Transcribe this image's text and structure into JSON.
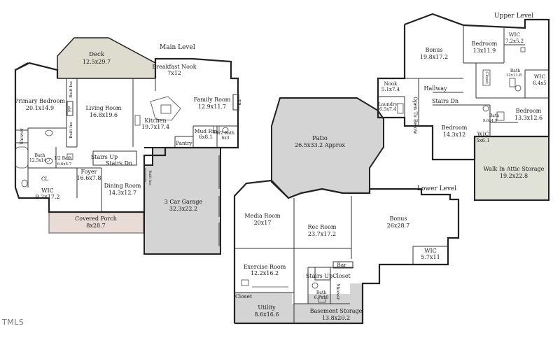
{
  "levels": {
    "main": "Main Level",
    "upper": "Upper Level",
    "lower": "Lower Level"
  },
  "rooms": {
    "deck": {
      "name": "Deck",
      "dim": "12.5x29.7"
    },
    "breakfast": {
      "name": "Breakfast Nook",
      "dim": "7x12"
    },
    "primary": {
      "name": "Primary Bedroom",
      "dim": "20.1x14.9"
    },
    "living": {
      "name": "Living Room",
      "dim": "16.8x19.6"
    },
    "family": {
      "name": "Family Room",
      "dim": "12.9x11.7"
    },
    "kitchen": {
      "name": "Kitchen",
      "dim": "19.7x17.4"
    },
    "mudrm": {
      "name": "Mud Rm",
      "dim": "6x8.1"
    },
    "halfbath_main": {
      "name": "1/2 Bath",
      "dim": "6x3"
    },
    "pantry": {
      "name": "Pantry"
    },
    "bath_primary": {
      "name": "Bath",
      "dim": "12.5x14.7"
    },
    "halfbath_primary": {
      "name": "1/2 Bath",
      "dim": "6.6x5.7"
    },
    "wic_primary": {
      "name": "WIC",
      "dim": "9.2x17.2"
    },
    "foyer": {
      "name": "Foyer",
      "dim": "16.6x7.8"
    },
    "dining": {
      "name": "Dining Room",
      "dim": "14.3x12.7"
    },
    "garage": {
      "name": "3 Car Garage",
      "dim": "32.3x22.2"
    },
    "porch": {
      "name": "Covered Porch",
      "dim": "8x28.7"
    },
    "patio": {
      "name": "Patio",
      "dim": "26.5x33.2 Approx"
    },
    "bonus_upper": {
      "name": "Bonus",
      "dim": "19.8x17.2"
    },
    "bed1": {
      "name": "Bedroom",
      "dim": "13x11.9"
    },
    "wic1": {
      "name": "WIC",
      "dim": "7.2x5.2"
    },
    "bath_upper1": {
      "name": "Bath",
      "dim": "12x11.8"
    },
    "wic2": {
      "name": "WIC",
      "dim": "6.4x5"
    },
    "nook": {
      "name": "Nook",
      "dim": "5.1x7.4"
    },
    "laundry": {
      "name": "Laundry",
      "dim": "6.5x7.4"
    },
    "bed2": {
      "name": "Bedroom",
      "dim": "14.3x12"
    },
    "bath_upper2": {
      "name": "Bath",
      "dim": "9.6x4.9"
    },
    "bed3": {
      "name": "Bedroom",
      "dim": "13.3x12.6"
    },
    "wic3": {
      "name": "WIC",
      "dim": "5x6.1"
    },
    "attic": {
      "name": "Walk In Attic Storage",
      "dim": "19.2x22.8"
    },
    "media": {
      "name": "Media Room",
      "dim": "20x17"
    },
    "rec": {
      "name": "Rec Room",
      "dim": "23.7x17.2"
    },
    "bonus_lower": {
      "name": "Bonus",
      "dim": "26x28.7"
    },
    "wic_lower": {
      "name": "WIC",
      "dim": "5.7x11"
    },
    "exercise": {
      "name": "Exercise Room",
      "dim": "12.2x16.2"
    },
    "bath_lower": {
      "name": "Bath",
      "dim": "6.7x10"
    },
    "utility": {
      "name": "Utility",
      "dim": "8.6x16.6"
    },
    "basement_storage": {
      "name": "Basement Storage",
      "dim": "13.8x20.2"
    }
  },
  "labels": {
    "fp": "FP",
    "built_ins": "Built Ins",
    "shower": "Shower",
    "cl": "CL",
    "closet": "Closet",
    "stairs_up": "Stairs Up",
    "stairs_dn": "Stairs Dn",
    "hallway": "Hallway",
    "open_to_below": "Open To Below",
    "bar": "Bar"
  },
  "watermark": "TMLS",
  "colors": {
    "deck": "#dedcce",
    "porch": "#e9dcd6",
    "concrete": "#d4d4d4",
    "attic": "#e1e2d7",
    "wall": "#222222"
  }
}
